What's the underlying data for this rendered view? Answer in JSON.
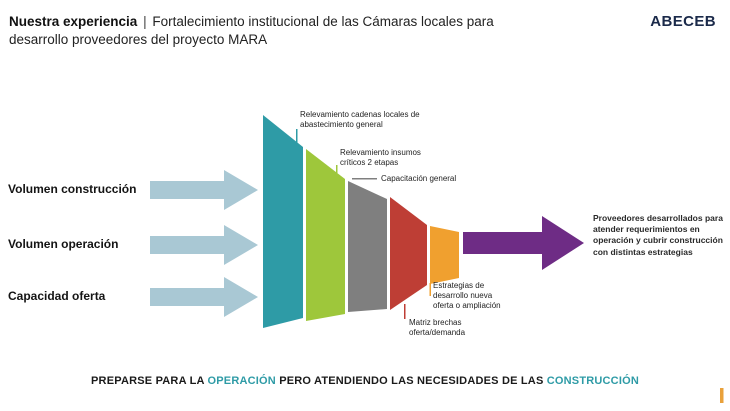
{
  "header": {
    "line1_bold": "Nuestra experiencia",
    "separator": "|",
    "line1_rest": "Fortalecimiento institucional de las Cámaras locales para",
    "line2": "desarrollo proveedores del proyecto MARA",
    "logo": "ABECEB"
  },
  "inputs": [
    {
      "label": "Volumen construcción"
    },
    {
      "label": "Volumen operación"
    },
    {
      "label": "Capacidad oferta"
    }
  ],
  "input_arrow_color": "#A9C8D4",
  "funnel": {
    "segments": [
      {
        "id": "relevamiento-cadenas",
        "label": "Relevamiento cadenas locales de abastecimiento general",
        "color": "#2E9BA6"
      },
      {
        "id": "relevamiento-insumos",
        "label": "Relevamiento insumos críticos 2 etapas",
        "color": "#9EC73B"
      },
      {
        "id": "capacitacion-general",
        "label": "Capacitación general",
        "color": "#7F7F7F"
      },
      {
        "id": "matriz-brechas",
        "label": "Matriz brechas oferta/demanda",
        "color": "#BE3E35"
      },
      {
        "id": "estrategias-desarrollo",
        "label": "Estrategias de desarrollo nueva oferta o ampliación",
        "color": "#F0A02F"
      }
    ]
  },
  "outcome": {
    "arrow_color": "#6E2C85",
    "text": "Proveedores desarrollados para atender requerimientos en operación y cubrir construcción con distintas estrategias"
  },
  "footer": {
    "part1": "PREPARSE PARA LA",
    "highlight1": "OPERACIÓN",
    "part2": "PERO ATENDIENDO LAS NECESIDADES DE LAS",
    "highlight2": "CONSTRUCCIÓN",
    "accent_color": "#2E9BA6"
  },
  "accent_bar_color": "#E9A13B"
}
